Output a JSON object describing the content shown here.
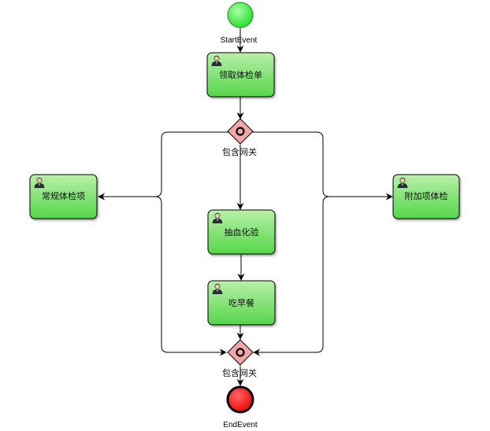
{
  "colors": {
    "start_fill": "#33ee33",
    "end_fill": "#ff0000",
    "task_fill_top": "#b8f0a8",
    "task_fill_bottom": "#55d64a",
    "gateway_fill": "#f2a6a6",
    "stroke": "#000000"
  },
  "events": {
    "start": {
      "label": "StartEvent"
    },
    "end": {
      "label": "EndEvent"
    }
  },
  "tasks": {
    "receive_form": {
      "label": "领取体检单",
      "icon": "user-icon"
    },
    "routine_check": {
      "label": "常规体检项",
      "icon": "user-icon"
    },
    "blood_test": {
      "label": "抽血化验",
      "icon": "user-icon"
    },
    "breakfast": {
      "label": "吃早餐",
      "icon": "user-icon"
    },
    "extra_check": {
      "label": "附加项体检",
      "icon": "user-icon"
    }
  },
  "gateways": {
    "split": {
      "label": "包含网关",
      "type": "inclusive"
    },
    "join": {
      "label": "包含网关",
      "type": "inclusive"
    }
  }
}
